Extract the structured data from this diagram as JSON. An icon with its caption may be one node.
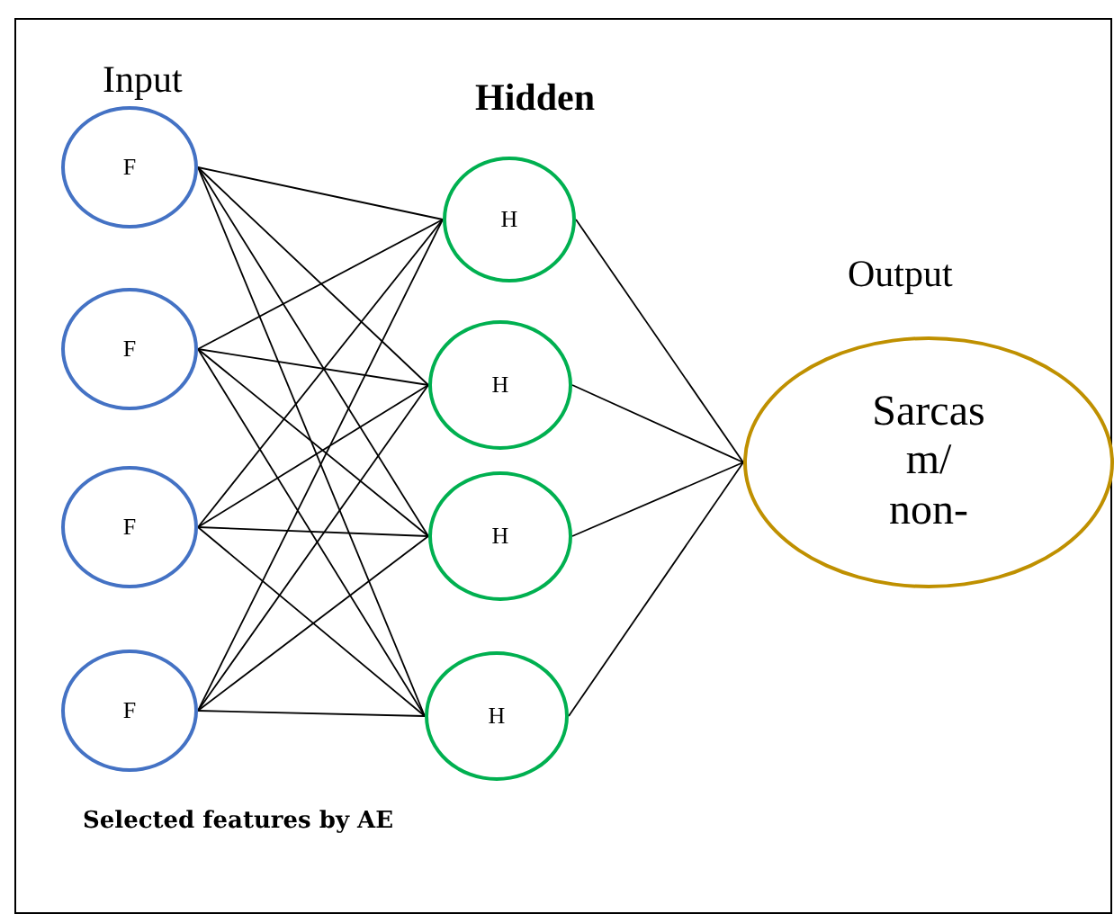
{
  "diagram": {
    "nodes": [
      {
        "text": [
          "F"
        ]
      },
      {
        "text": [
          "F"
        ]
      },
      {
        "text": [
          "F"
        ]
      },
      {
        "text": [
          "F"
        ]
      },
      {
        "text": [
          "H"
        ]
      },
      {
        "text": [
          "H"
        ]
      },
      {
        "text": [
          "H"
        ]
      },
      {
        "text": [
          "H"
        ]
      },
      {
        "text": [
          "Sarcas m/ non-"
        ]
      }
    ],
    "edges": [
      {
        "from": 0,
        "to": 4,
        "arrow": "none"
      },
      {
        "from": 0,
        "to": 5,
        "arrow": "none"
      },
      {
        "from": 0,
        "to": 6,
        "arrow": "none"
      },
      {
        "from": 0,
        "to": 7,
        "arrow": "none"
      },
      {
        "from": 1,
        "to": 4,
        "arrow": "none"
      },
      {
        "from": 1,
        "to": 5,
        "arrow": "none"
      },
      {
        "from": 1,
        "to": 6,
        "arrow": "none"
      },
      {
        "from": 1,
        "to": 7,
        "arrow": "none"
      },
      {
        "from": 2,
        "to": 4,
        "arrow": "none"
      },
      {
        "from": 2,
        "to": 5,
        "arrow": "none"
      },
      {
        "from": 2,
        "to": 6,
        "arrow": "none"
      },
      {
        "from": 2,
        "to": 7,
        "arrow": "none"
      },
      {
        "from": 3,
        "to": 4,
        "arrow": "none"
      },
      {
        "from": 3,
        "to": 5,
        "arrow": "none"
      },
      {
        "from": 3,
        "to": 6,
        "arrow": "none"
      },
      {
        "from": 3,
        "to": 7,
        "arrow": "none"
      },
      {
        "from": 4,
        "to": 8,
        "arrow": "none"
      },
      {
        "from": 5,
        "to": 8,
        "arrow": "none"
      },
      {
        "from": 6,
        "to": 8,
        "arrow": "none"
      },
      {
        "from": 7,
        "to": 8,
        "arrow": "none"
      }
    ],
    "labels": [
      "Input",
      "Hidden",
      "Output",
      "Selected features by AE"
    ]
  }
}
